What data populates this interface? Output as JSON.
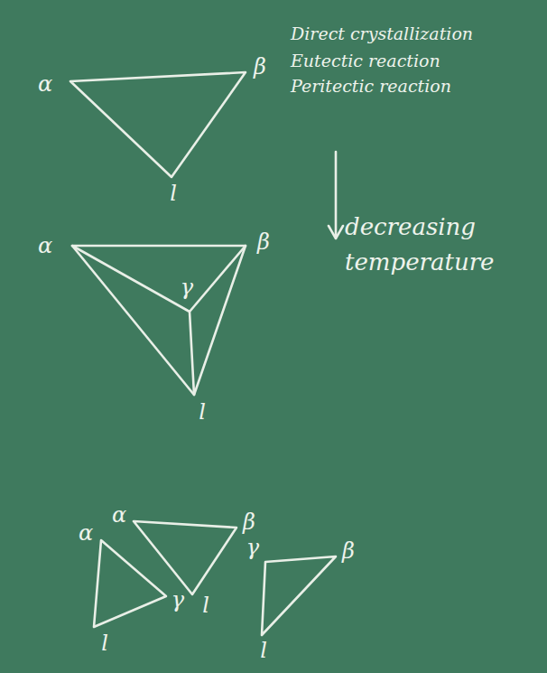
{
  "diagram": {
    "labels": [
      "Direct crystallization",
      "Eutectic reaction",
      "Peritectic reaction",
      "decreasing temperature",
      "α",
      "β",
      "l",
      "α",
      "β",
      "γ",
      "l",
      "α",
      "β",
      "l",
      "α",
      "γ",
      "l",
      "γ",
      "β",
      "l"
    ]
  }
}
